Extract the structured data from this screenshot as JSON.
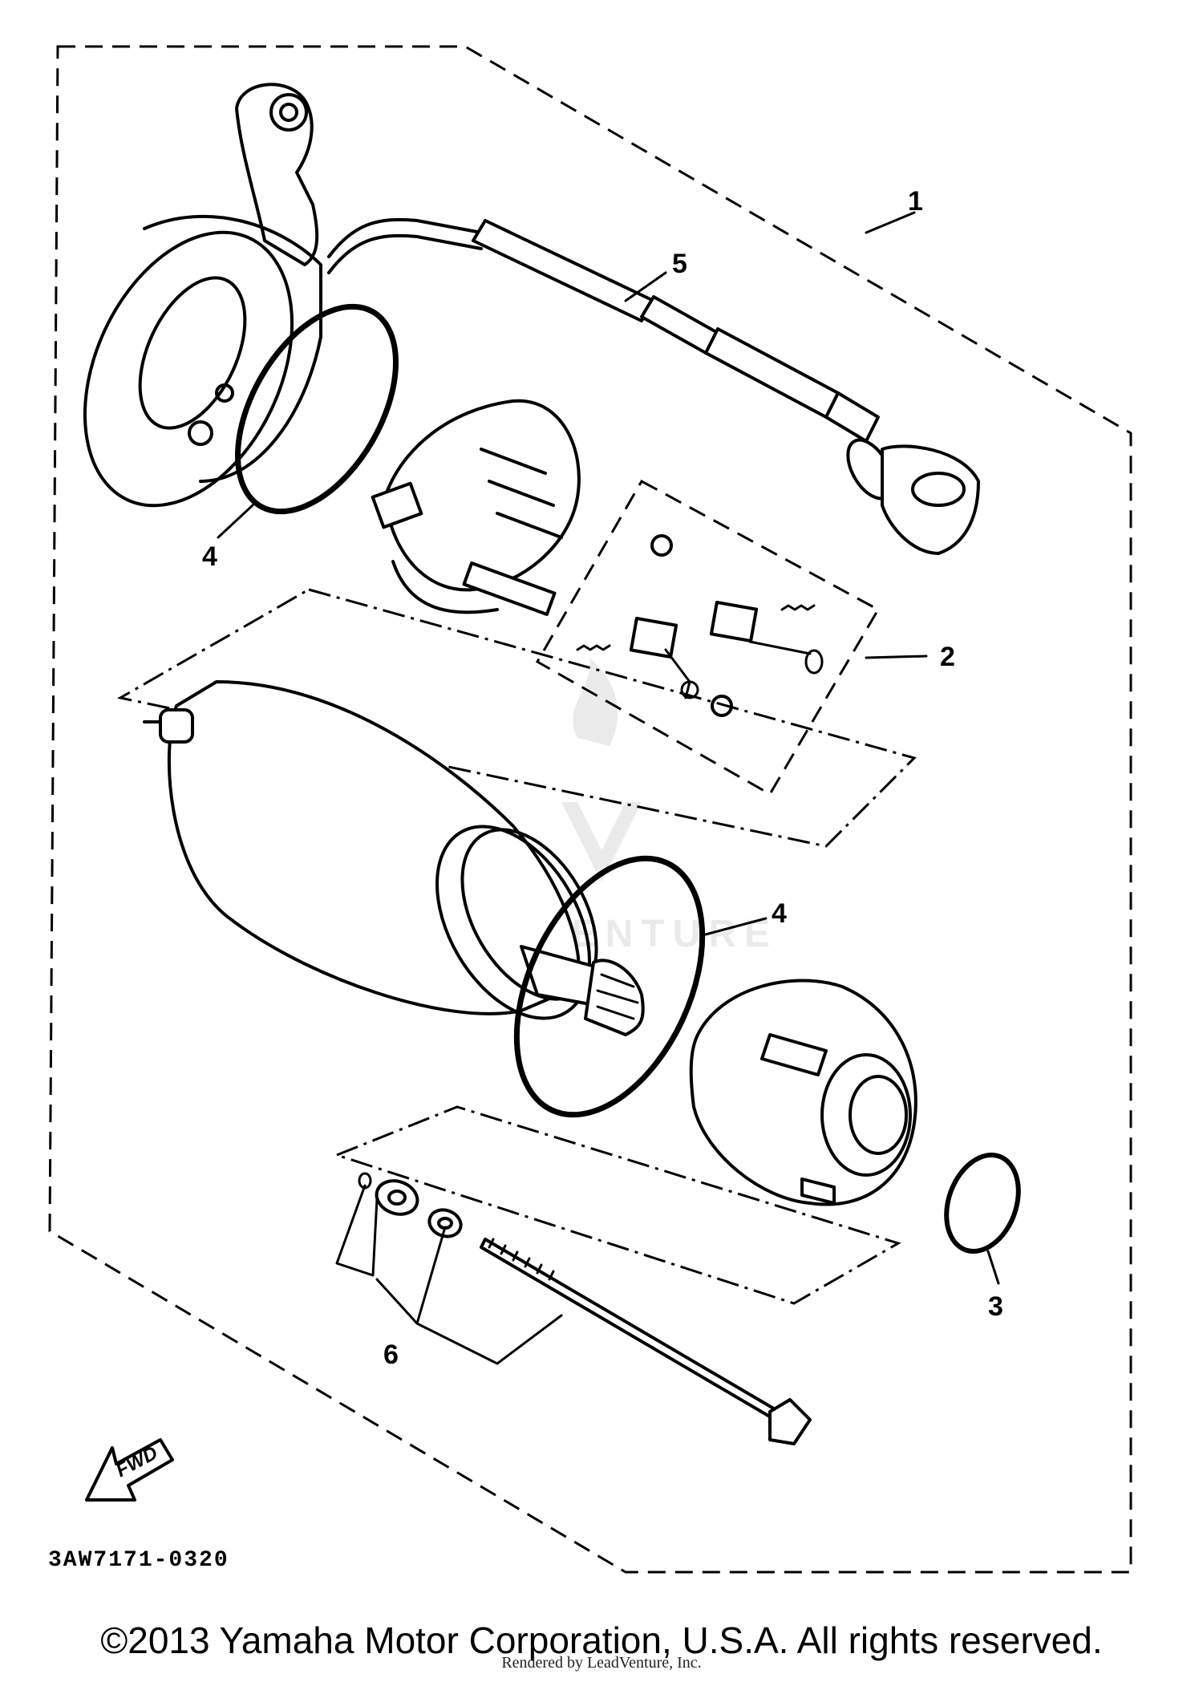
{
  "diagram": {
    "callouts": [
      {
        "id": "1",
        "label": "1"
      },
      {
        "id": "2",
        "label": "2"
      },
      {
        "id": "3",
        "label": "3"
      },
      {
        "id": "4a",
        "label": "4"
      },
      {
        "id": "4b",
        "label": "4"
      },
      {
        "id": "5",
        "label": "5"
      },
      {
        "id": "6",
        "label": "6"
      }
    ],
    "part_code": "3AW7171-0320",
    "fwd_label": "FWD",
    "watermark": "LEADVENTURE"
  },
  "footer": {
    "copyright": "©2013 Yamaha Motor Corporation, U.S.A. All rights reserved.",
    "rendered_by": "Rendered by LeadVenture, Inc."
  }
}
